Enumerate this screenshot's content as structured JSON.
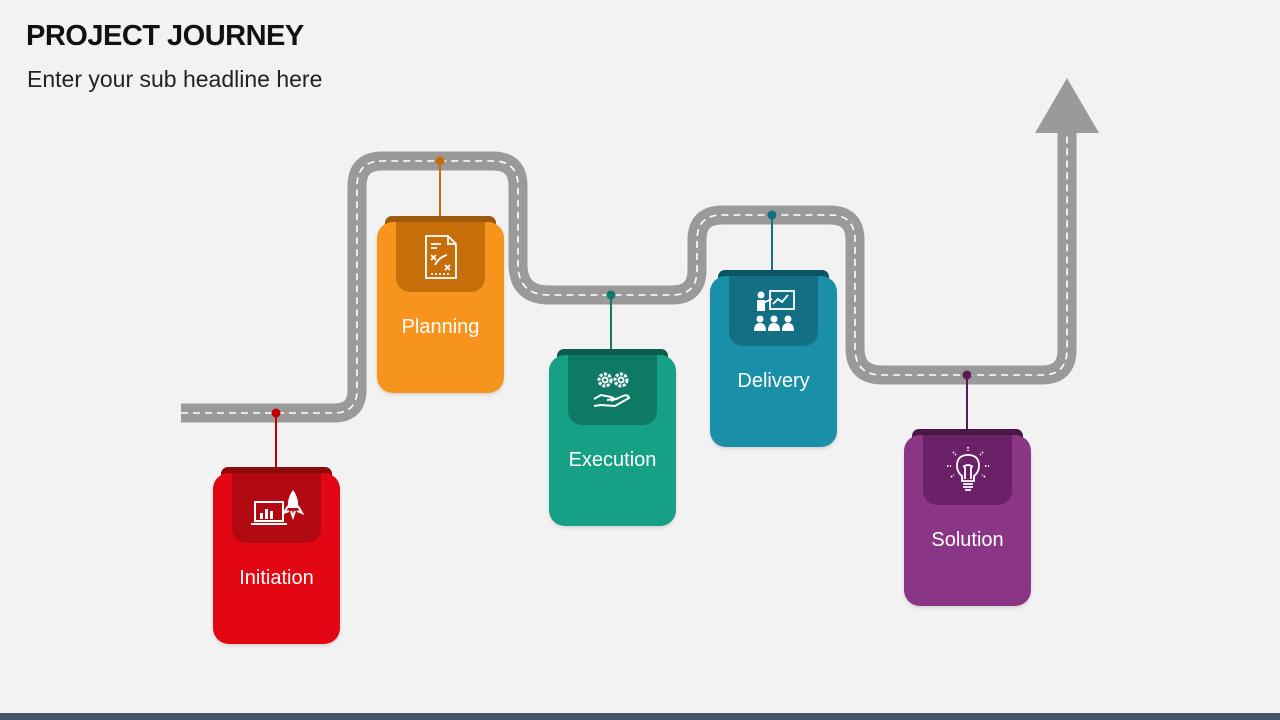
{
  "slide": {
    "title": "PROJECT JOURNEY",
    "subtitle": "Enter your sub headline here"
  },
  "stages": [
    {
      "label": "Initiation",
      "icon": "laptop-rocket-icon",
      "color": "#e30613",
      "tab_color": "#8c0a0a",
      "icon_bg": "#b20811",
      "pin_color": "#c00000"
    },
    {
      "label": "Planning",
      "icon": "strategy-plan-icon",
      "color": "#f7941d",
      "tab_color": "#9c5a0c",
      "icon_bg": "#c66f0a",
      "pin_color": "#c66f0a"
    },
    {
      "label": "Execution",
      "icon": "gears-hand-icon",
      "color": "#16a085",
      "tab_color": "#0b5e4e",
      "icon_bg": "#0e7a66",
      "pin_color": "#117a65"
    },
    {
      "label": "Delivery",
      "icon": "presentation-audience-icon",
      "color": "#1a8fa8",
      "tab_color": "#0d5566",
      "icon_bg": "#136f83",
      "pin_color": "#136f83"
    },
    {
      "label": "Solution",
      "icon": "lightbulb-icon",
      "color": "#8b3586",
      "tab_color": "#4a1646",
      "icon_bg": "#6b2167",
      "pin_color": "#5b1a57"
    }
  ]
}
